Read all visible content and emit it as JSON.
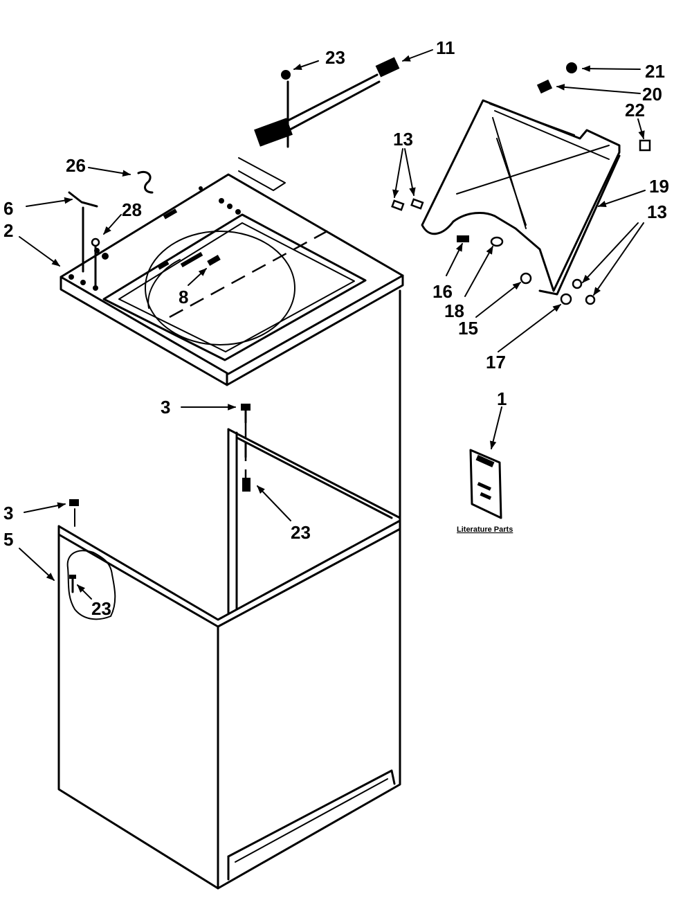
{
  "callouts": {
    "c1": "1",
    "c2": "2",
    "c3a": "3",
    "c3b": "3",
    "c5": "5",
    "c6": "6",
    "c8": "8",
    "c11": "11",
    "c13a": "13",
    "c13b": "13",
    "c15": "15",
    "c16": "16",
    "c17": "17",
    "c18": "18",
    "c19": "19",
    "c20": "20",
    "c21": "21",
    "c22": "22",
    "c23a": "23",
    "c23b": "23",
    "c23c": "23",
    "c26": "26",
    "c28": "28"
  },
  "literature_label": "Literature Parts"
}
